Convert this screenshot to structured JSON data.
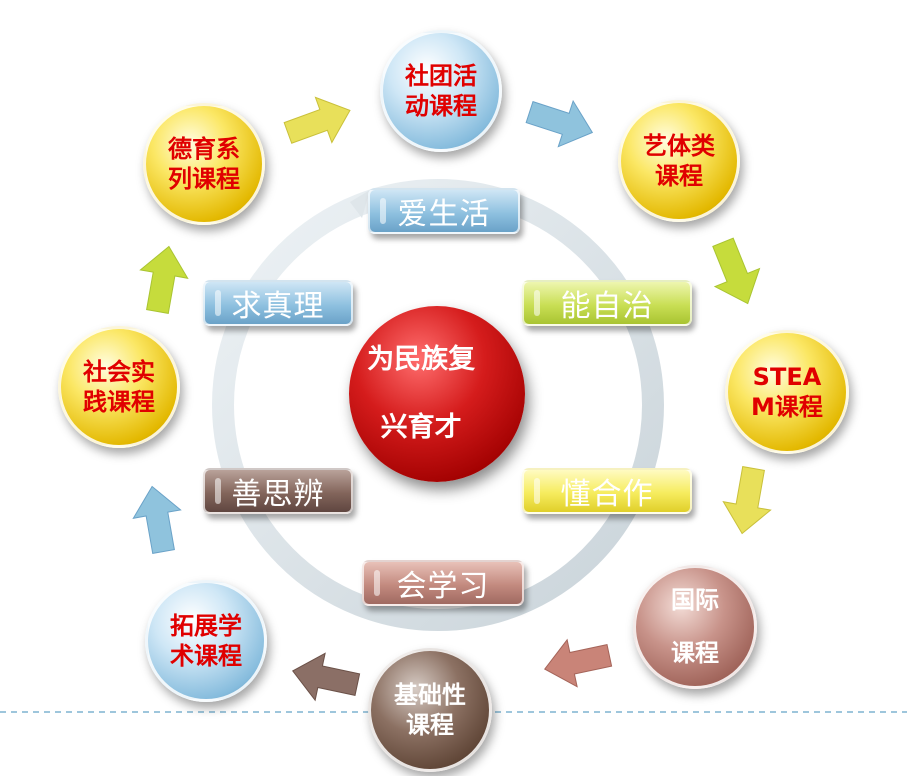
{
  "center": {
    "line1": "为民族复",
    "line2": "兴育才"
  },
  "nodes": [
    {
      "id": "shetuan",
      "label": "社团活\n动课程",
      "color": "blue"
    },
    {
      "id": "yiti",
      "label": "艺体类\n课程",
      "color": "yellow"
    },
    {
      "id": "steam",
      "label": "STEA\nM课程",
      "color": "yellow"
    },
    {
      "id": "guoji",
      "label": "国际\n\n课程",
      "color": "rose"
    },
    {
      "id": "jichu",
      "label": "基础性\n课程",
      "color": "brown"
    },
    {
      "id": "tuozhan",
      "label": "拓展学\n术课程",
      "color": "blue"
    },
    {
      "id": "shehui",
      "label": "社会实\n践课程",
      "color": "yellow"
    },
    {
      "id": "deyu",
      "label": "德育系\n列课程",
      "color": "yellow"
    }
  ],
  "pills": [
    {
      "id": "aishenghuo",
      "label": "爱生活",
      "color": "blue"
    },
    {
      "id": "nengzizhi",
      "label": "能自治",
      "color": "green"
    },
    {
      "id": "dongheuo",
      "label": "懂合作",
      "color": "yellow"
    },
    {
      "id": "huixuexi",
      "label": "会学习",
      "color": "rose"
    },
    {
      "id": "shansibian",
      "label": "善思辨",
      "color": "brown"
    },
    {
      "id": "qiuzhenli",
      "label": "求真理",
      "color": "blue"
    }
  ],
  "colors": {
    "arrow_yellow": "#e8e05a",
    "arrow_blue": "#8fc3dd",
    "arrow_green": "#c6dc3c",
    "arrow_rose": "#c98478",
    "arrow_brown": "#8b6f66",
    "ring": "#dfe6ea"
  }
}
